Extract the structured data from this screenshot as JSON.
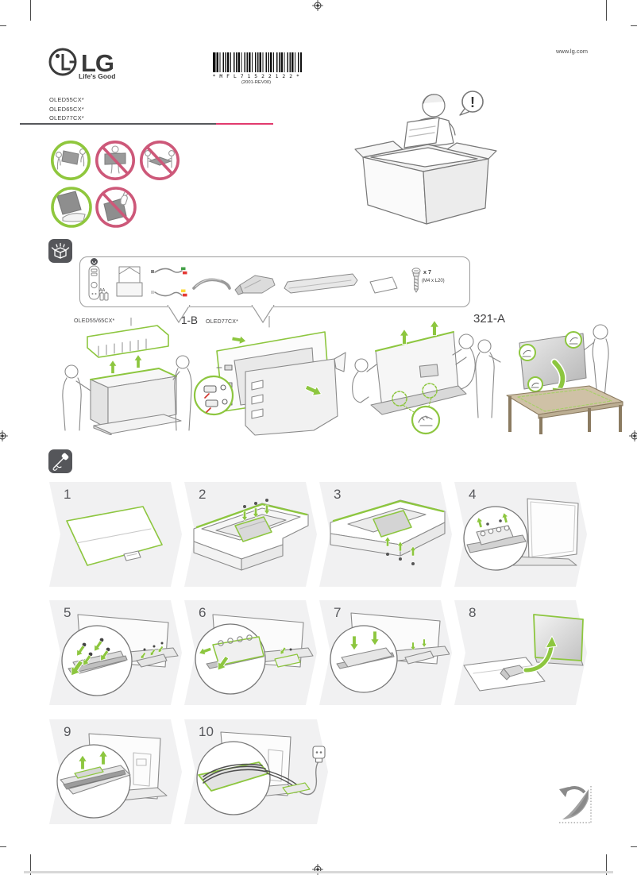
{
  "header": {
    "brand": "LG",
    "tagline": "Life's Good",
    "website": "www.lg.com",
    "barcode_text": "* M F L 7 1 5 2 2 1 2 2 *",
    "barcode_rev": "(2001-REV00)"
  },
  "models": [
    "OLED55CX*",
    "OLED65CX*",
    "OLED77CX*"
  ],
  "unpacking": {
    "alert": "!"
  },
  "accessories": {
    "battery_label": "AA",
    "screw_count": "x 7",
    "screw_spec": "(M4 x L20)"
  },
  "assembly": {
    "model_label_small": "OLED55/65CX*",
    "step_1b_label": "1-B",
    "model_label_large": "OLED77CX*",
    "table_label": "321-A"
  },
  "steps": {
    "numbers": [
      "1",
      "2",
      "3",
      "4",
      "5",
      "6",
      "7",
      "8",
      "9",
      "10"
    ]
  },
  "icons": {
    "accessories": "open-box-icon",
    "assembly": "hand-screwdriver-icon",
    "page_turn": "page-turn-icon",
    "registration": "registration-target-icon"
  },
  "colors": {
    "accent_green": "#8dc63f",
    "prohibit_pink": "#cd5879",
    "ok_green": "#8fc73d",
    "panel_gray": "#f1f1f2",
    "line_gray": "#8a8a8a",
    "dark_badge": "#55565a",
    "table_tan": "#cfc1a6",
    "rule_gray": "#57585c",
    "rule_pink": "#e23a6e",
    "brand_dark": "#3a3a3a"
  }
}
